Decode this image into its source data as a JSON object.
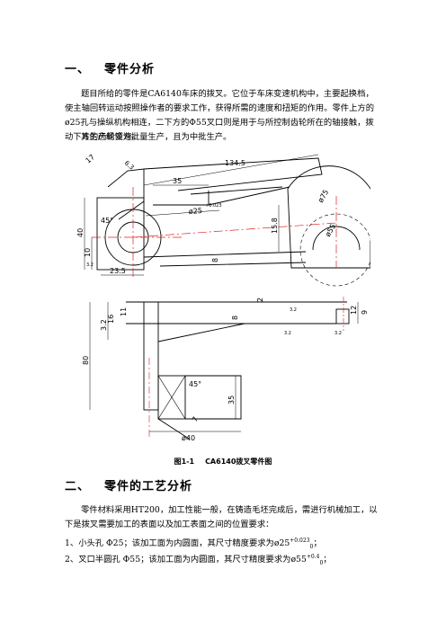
{
  "section1": {
    "num": "一、",
    "title": "零件分析",
    "p1": "题目所给的零件是CA6140车床的拨叉。它位于车床变速机构中，主要起换档，使主轴回转运动按照操作者的要求工作，获得所需的速度和扭矩的作用。零件上方的ø25孔与操纵机构相连，二下方的Φ55叉口则是用于与所控制齿轮所在的轴接触，拨动下方的齿轮变速。",
    "p2": "其生产纲领为批量生产，且为中批生产。"
  },
  "figure": {
    "caption_num": "图1-1",
    "caption_text": "CA6140拨叉零件图",
    "dims": {
      "d17": "17",
      "d63": "6.3",
      "d1345": "134.5",
      "d35": "35",
      "d40": "40",
      "d10": "10",
      "d45": "45°",
      "d25": "ø25",
      "tol25": "+0.023",
      "d75": "ø75",
      "d55": "ø55",
      "d158": "15.8",
      "d8": "8",
      "d23": "23.5",
      "d32": "3.2",
      "d2": "2",
      "d11": "11",
      "d16": "16",
      "d12": "12",
      "d9": "9",
      "d80": "80",
      "d35b": "35",
      "d40b": "ø40",
      "d45b": "45°",
      "d7": "7"
    }
  },
  "section2": {
    "num": "二、",
    "title": "零件的工艺分析",
    "p1": "零件材料采用HT200，加工性能一般，在铸造毛坯完成后，需进行机械加工，以下是拨叉需要加工的表面以及加工表面之间的位置要求：",
    "item1_text": "1、小头孔 Φ25；该加工面为内圆面，其尺寸精度要求为ø25",
    "item1_sup": "+0.023",
    "item1_sub": "0",
    "item1_end": "；",
    "item2_text": "2、叉口半圆孔 Φ55；该加工面为内圆面，其尺寸精度要求为ø55",
    "item2_sup": "+0.4",
    "item2_sub": "0",
    "item2_end": "；"
  }
}
